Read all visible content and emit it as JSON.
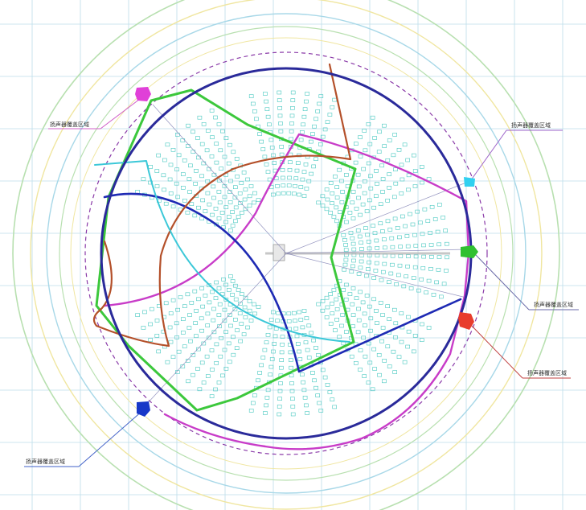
{
  "drawing": {
    "background": "#ffffff",
    "grid_color": "#9fcfe0",
    "seat_color": "#48c8c0",
    "ring_colors": [
      "#b8e0b0",
      "#f0e6a0",
      "#a8d8e8"
    ],
    "boundary_color": "#2a2a9a",
    "dashed_ring_color": "#8a3aa8"
  },
  "zones": [
    {
      "id": "green-zone",
      "color": "#3cc83c"
    },
    {
      "id": "magenta-zone",
      "color": "#c83cc8"
    },
    {
      "id": "blue-zone",
      "color": "#1e2ab4"
    },
    {
      "id": "brown-zone",
      "color": "#b4502a"
    },
    {
      "id": "cyan-zone",
      "color": "#3cc8d8"
    }
  ],
  "markers": [
    {
      "id": "magenta-marker",
      "color": "#e040d8",
      "icon": "speaker-icon"
    },
    {
      "id": "cyan-marker",
      "color": "#30d0f0",
      "icon": "speaker-icon"
    },
    {
      "id": "green-marker",
      "color": "#30c030",
      "icon": "speaker-icon"
    },
    {
      "id": "red-marker",
      "color": "#e83c2c",
      "icon": "speaker-icon"
    },
    {
      "id": "blue-marker",
      "color": "#1838c8",
      "icon": "speaker-icon"
    }
  ],
  "callouts": [
    {
      "id": "callout-magenta",
      "text": "扬声器覆盖区域"
    },
    {
      "id": "callout-cyan",
      "text": "扬声器覆盖区域"
    },
    {
      "id": "callout-green",
      "text": "扬声器覆盖区域"
    },
    {
      "id": "callout-red",
      "text": "扬声器覆盖区域"
    },
    {
      "id": "callout-blue",
      "text": "扬声器覆盖区域"
    }
  ]
}
